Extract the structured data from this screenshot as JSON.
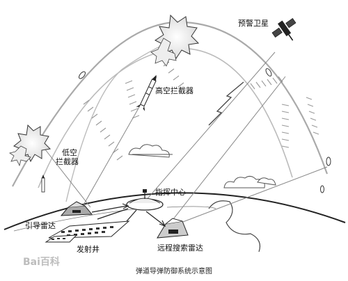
{
  "labels": {
    "early_warning_satellite": "预警卫星",
    "high_altitude_interceptor": "高空拦截器",
    "low_altitude_interceptor_line1": "低空",
    "low_altitude_interceptor_line2": "拦截器",
    "command_center": "指挥中心",
    "guidance_radar": "引导雷达",
    "launch_silo": "发射井",
    "long_range_search_radar": "远程搜索雷达"
  },
  "caption": "弹道导弹防御系统示意图",
  "watermark": "Bai百科"
}
